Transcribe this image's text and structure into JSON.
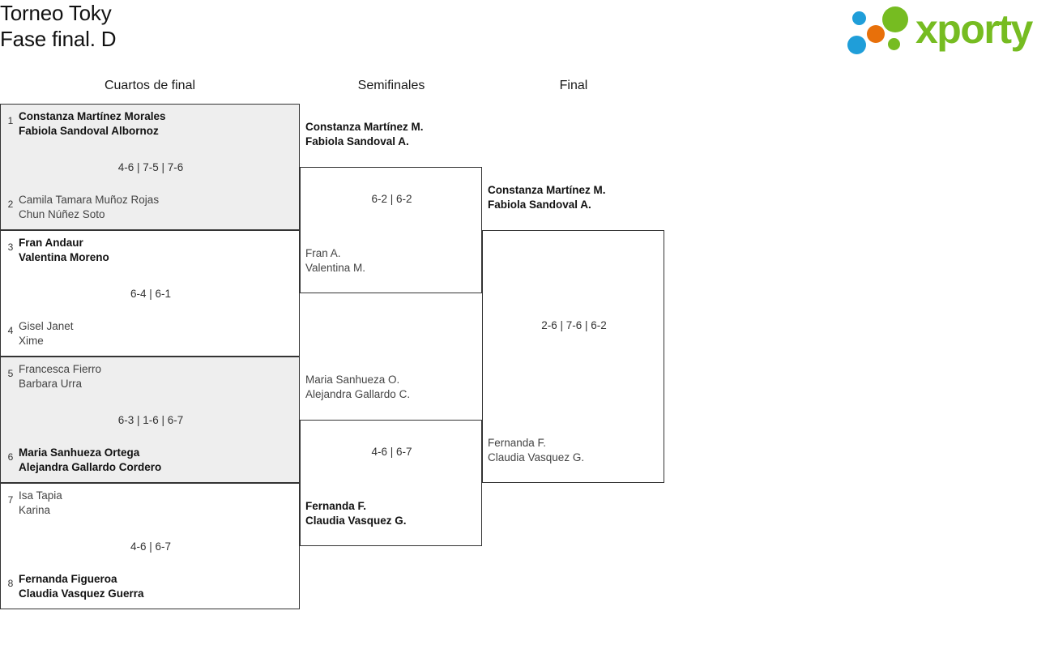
{
  "header": {
    "title_line1": "Torneo Toky",
    "title_line2": "Fase final. D",
    "logo_text": "xporty",
    "brand_green": "#76bc21",
    "brand_blue": "#1f9ed9",
    "brand_orange": "#e8700a"
  },
  "rounds": [
    {
      "label": "Cuartos de final"
    },
    {
      "label": "Semifinales"
    },
    {
      "label": "Final"
    }
  ],
  "chart_data": {
    "type": "table",
    "title": "Torneo Toky - Fase final. D",
    "rounds": [
      "Cuartos de final",
      "Semifinales",
      "Final"
    ]
  },
  "quarterfinals": [
    {
      "top": {
        "seed": "1",
        "p1": "Constanza Martínez Morales",
        "p2": "Fabiola Sandoval Albornoz",
        "winner": true
      },
      "bottom": {
        "seed": "2",
        "p1": "Camila Tamara Muñoz Rojas",
        "p2": "Chun Núñez Soto",
        "winner": false
      },
      "score": "4-6 | 7-5 | 7-6"
    },
    {
      "top": {
        "seed": "3",
        "p1": "Fran Andaur",
        "p2": "Valentina Moreno",
        "winner": true
      },
      "bottom": {
        "seed": "4",
        "p1": "Gisel Janet",
        "p2": "Xime",
        "winner": false
      },
      "score": "6-4 | 6-1"
    },
    {
      "top": {
        "seed": "5",
        "p1": "Francesca Fierro",
        "p2": "Barbara Urra",
        "winner": false
      },
      "bottom": {
        "seed": "6",
        "p1": "Maria Sanhueza Ortega",
        "p2": "Alejandra Gallardo Cordero",
        "winner": true
      },
      "score": "6-3 | 1-6 | 6-7"
    },
    {
      "top": {
        "seed": "7",
        "p1": "Isa Tapia",
        "p2": "Karina",
        "winner": false
      },
      "bottom": {
        "seed": "8",
        "p1": "Fernanda Figueroa",
        "p2": "Claudia Vasquez Guerra",
        "winner": true
      },
      "score": "4-6 | 6-7"
    }
  ],
  "semifinals": [
    {
      "top": {
        "p1": "Constanza Martínez M.",
        "p2": "Fabiola Sandoval A.",
        "winner": true
      },
      "bottom": {
        "p1": "Fran A.",
        "p2": "Valentina M.",
        "winner": false
      },
      "score": "6-2 | 6-2"
    },
    {
      "top": {
        "p1": "Maria Sanhueza O.",
        "p2": "Alejandra Gallardo C.",
        "winner": false
      },
      "bottom": {
        "p1": "Fernanda F.",
        "p2": "Claudia Vasquez G.",
        "winner": true
      },
      "score": "4-6 | 6-7"
    }
  ],
  "final": {
    "top": {
      "p1": "Constanza Martínez M.",
      "p2": "Fabiola Sandoval A.",
      "winner": true
    },
    "bottom": {
      "p1": "Fernanda F.",
      "p2": "Claudia Vasquez G.",
      "winner": false
    },
    "score": "2-6 | 7-6 | 6-2"
  }
}
